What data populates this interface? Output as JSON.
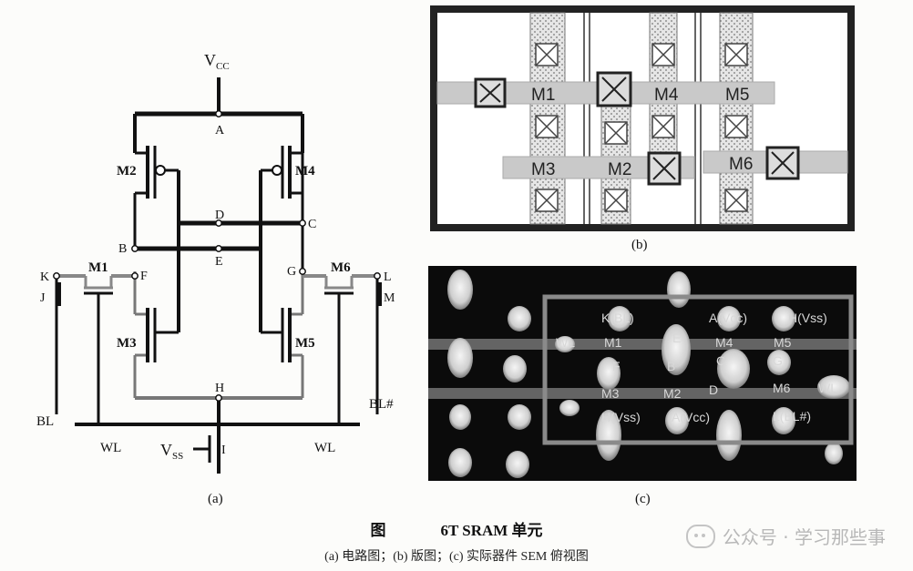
{
  "circuit": {
    "vcc": "V",
    "vcc_sub": "CC",
    "vss": "V",
    "vss_sub": "SS",
    "nodes": [
      "A",
      "B",
      "C",
      "D",
      "E",
      "F",
      "G",
      "H",
      "I",
      "J",
      "K",
      "L",
      "M"
    ],
    "transistors": [
      "M1",
      "M2",
      "M3",
      "M4",
      "M5",
      "M6"
    ],
    "bl": "BL",
    "bl_bar": "BL#",
    "wl": "WL",
    "panel_label": "(a)"
  },
  "layout": {
    "labels": [
      "M1",
      "M4",
      "M5",
      "M3",
      "M2",
      "M6"
    ],
    "panel_label": "(b)"
  },
  "sem": {
    "labels": [
      "K(BL)",
      "A(Vcc)",
      "H(Vss)",
      "WL",
      "M1",
      "E",
      "M4",
      "M5",
      "F",
      "B",
      "C",
      "G",
      "M3",
      "M2",
      "D",
      "M6",
      "WL",
      "H(Vss)",
      "A(Vcc)",
      "L(BL#)"
    ],
    "panel_label": "(c)"
  },
  "caption": {
    "prefix": "图",
    "title": "6T SRAM 单元",
    "subtitle": "(a) 电路图；(b) 版图；(c) 实际器件 SEM 俯视图"
  },
  "watermark": "公众号 · 学习那些事"
}
